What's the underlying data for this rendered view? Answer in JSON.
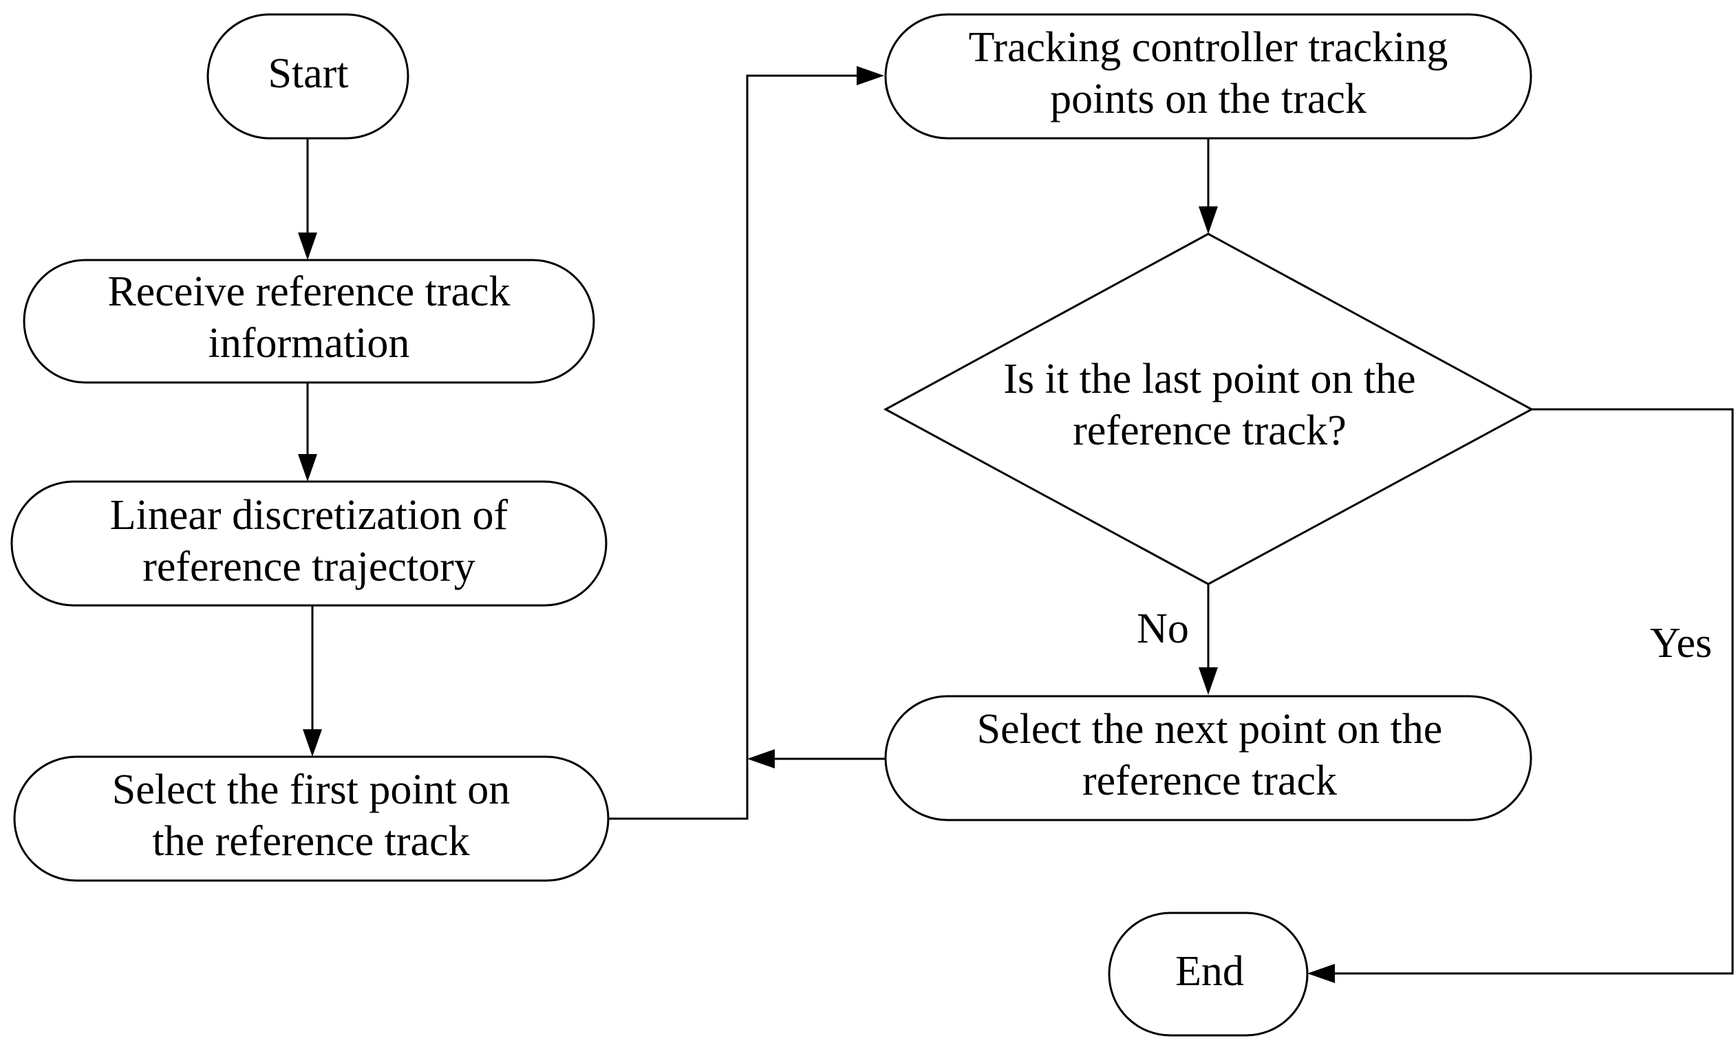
{
  "nodes": {
    "start": {
      "lines": [
        "Start"
      ]
    },
    "receive": {
      "lines": [
        "Receive reference track",
        "information"
      ]
    },
    "linear": {
      "lines": [
        "Linear discretization of",
        "reference trajectory"
      ]
    },
    "select_first": {
      "lines": [
        "Select the first point on",
        "the reference track"
      ]
    },
    "tracking": {
      "lines": [
        "Tracking controller tracking",
        "points on the track"
      ]
    },
    "decision": {
      "lines": [
        "Is it the last point on the",
        "reference track?"
      ]
    },
    "select_next": {
      "lines": [
        "Select the next point on the",
        "reference track"
      ]
    },
    "end": {
      "lines": [
        "End"
      ]
    }
  },
  "edge_labels": {
    "no": "No",
    "yes": "Yes"
  }
}
